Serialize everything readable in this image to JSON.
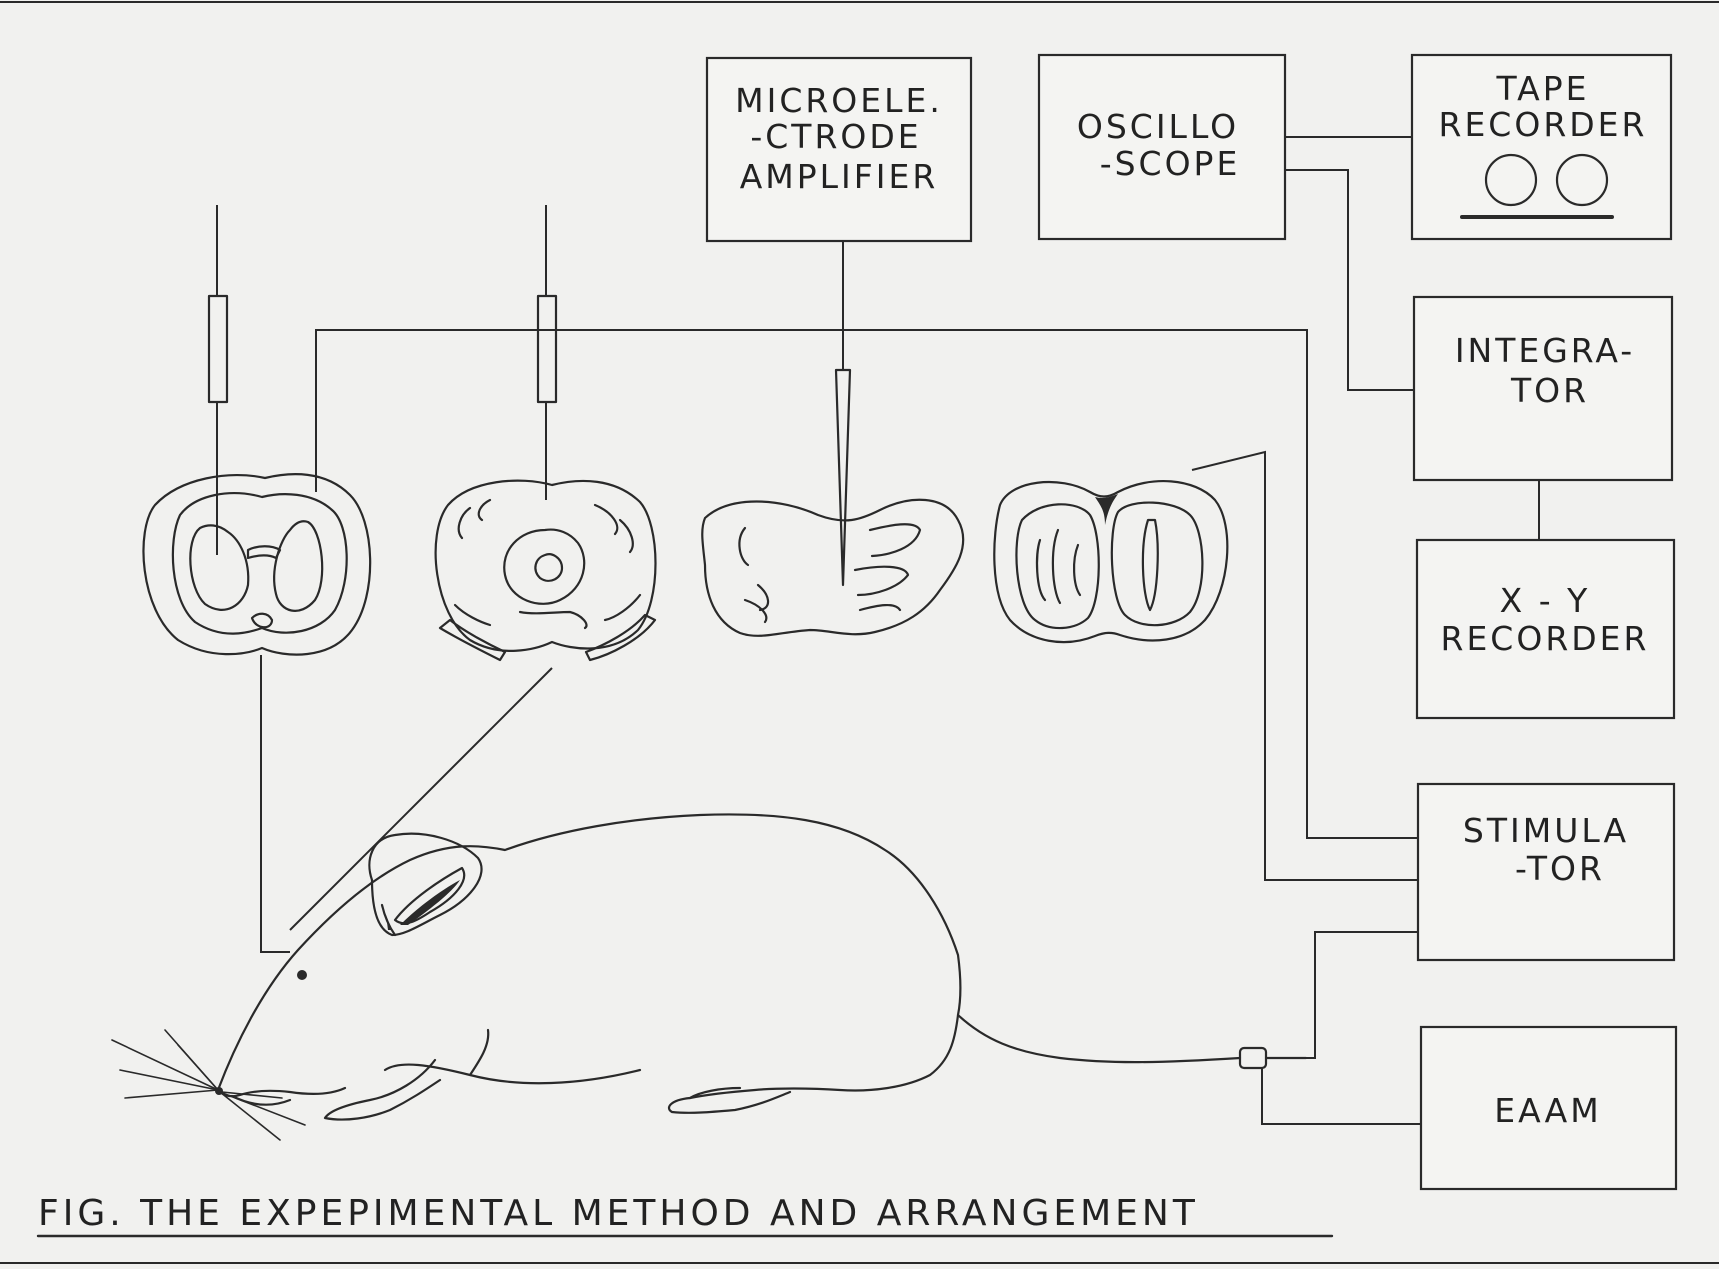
{
  "boxes": {
    "microelectrode_amplifier": {
      "lines": [
        "MICROELE.",
        "-CTRODE",
        "AMPLIFIER"
      ]
    },
    "oscilloscope": {
      "lines": [
        "OSCILLO",
        "-SCOPE"
      ]
    },
    "tape_recorder": {
      "lines": [
        "TAPE",
        "RECORDER"
      ]
    },
    "integrator": {
      "lines": [
        "INTEGRA-",
        "TOR"
      ]
    },
    "xy_recorder": {
      "lines": [
        "X - Y",
        "RECORDER"
      ]
    },
    "stimulator": {
      "lines": [
        "STIMULA",
        "-TOR"
      ]
    },
    "eaam": {
      "lines": [
        "EAAM"
      ]
    }
  },
  "caption": "FIG. THE EXPEPIMENTAL METHOD AND ARRANGEMENT",
  "colors": {
    "ink": "#2a2a2a",
    "paper": "#f1f1ef"
  }
}
